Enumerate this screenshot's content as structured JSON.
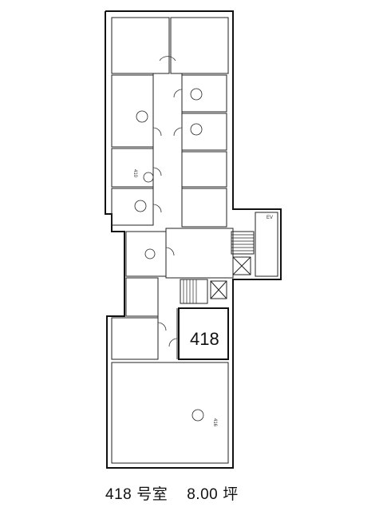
{
  "floorplan": {
    "highlighted_room": "418",
    "caption": {
      "room_number": "418",
      "room_suffix": "号室",
      "area_value": "8.00",
      "area_unit": "坪"
    },
    "small_labels": {
      "room_410": "410",
      "room_416": "416",
      "el_hall": "EV"
    },
    "colors": {
      "line": "#111111",
      "background": "#ffffff"
    }
  }
}
